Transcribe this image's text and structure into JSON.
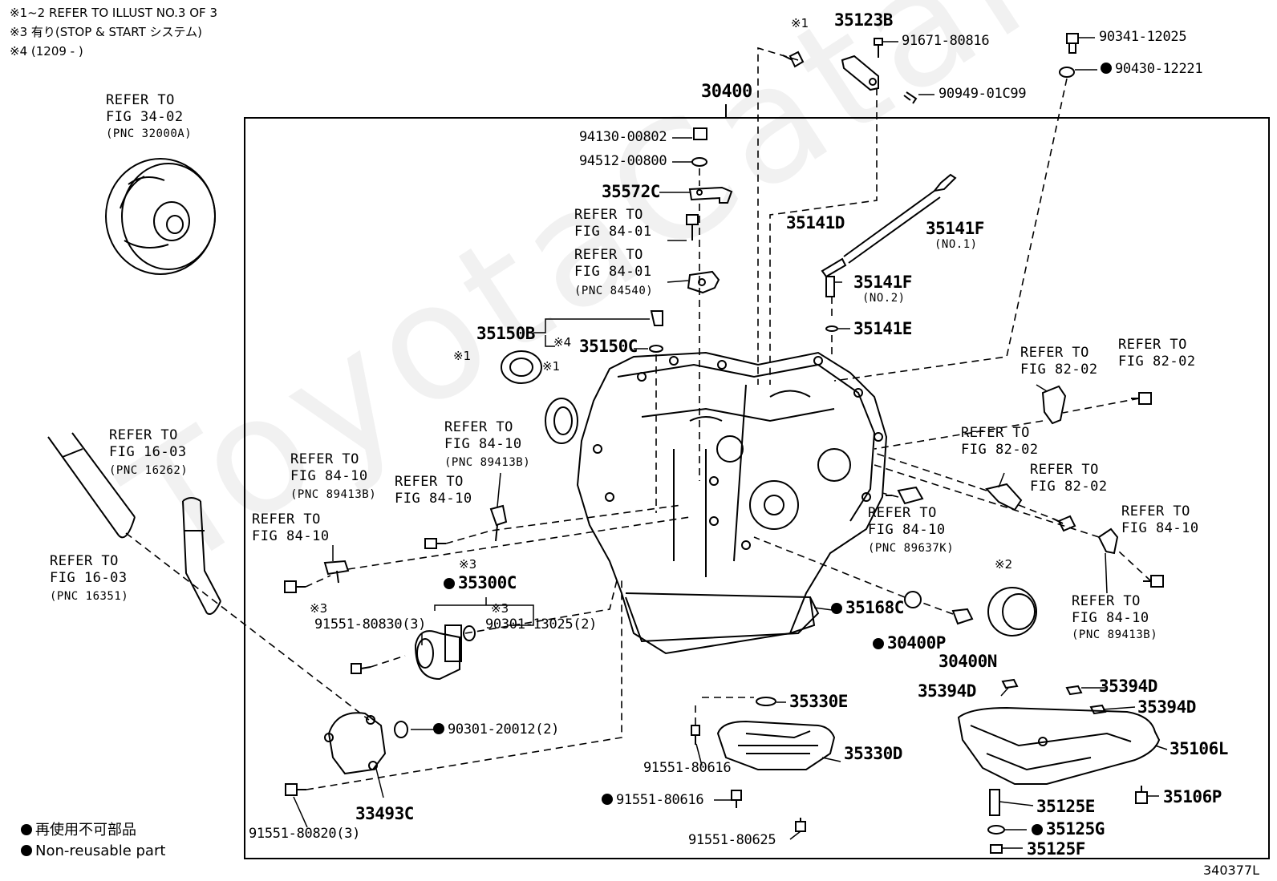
{
  "notes": {
    "n1": "※1~2 REFER TO ILLUST NO.3 OF 3",
    "n2": "※3 有り(STOP & START システム)",
    "n3": "※4 (1209 -        )"
  },
  "watermark": "ToyotaCatalog.ru",
  "diagram_id": "340377L",
  "legend": {
    "jp": "再使用不可部品",
    "en": "Non-reusable part"
  },
  "refs": {
    "r1": {
      "line1": "REFER TO",
      "line2": "FIG 34-02",
      "line3": "(PNC 32000A)"
    },
    "r2": {
      "line1": "REFER TO",
      "line2": "FIG 84-01"
    },
    "r3": {
      "line1": "REFER TO",
      "line2": "FIG 84-01",
      "line3": "(PNC 84540)"
    },
    "r4": {
      "line1": "REFER TO",
      "line2": "FIG 16-03",
      "line3": "(PNC 16262)"
    },
    "r5": {
      "line1": "REFER TO",
      "line2": "FIG 84-10",
      "line3": "(PNC 89413B)"
    },
    "r6": {
      "line1": "REFER TO",
      "line2": "FIG 84-10",
      "line3": "(PNC 89413B)"
    },
    "r7": {
      "line1": "REFER TO",
      "line2": "FIG 84-10"
    },
    "r8": {
      "line1": "REFER TO",
      "line2": "FIG 84-10"
    },
    "r9": {
      "line1": "REFER TO",
      "line2": "FIG 16-03",
      "line3": "(PNC 16351)"
    },
    "r10": {
      "line1": "REFER TO",
      "line2": "FIG 82-02"
    },
    "r11": {
      "line1": "REFER TO",
      "line2": "FIG 82-02"
    },
    "r12": {
      "line1": "REFER TO",
      "line2": "FIG 82-02"
    },
    "r13": {
      "line1": "REFER TO",
      "line2": "FIG 82-02"
    },
    "r14": {
      "line1": "REFER TO",
      "line2": "FIG 84-10",
      "line3": "(PNC 89637K)"
    },
    "r15": {
      "line1": "REFER TO",
      "line2": "FIG 84-10"
    },
    "r16": {
      "line1": "REFER TO",
      "line2": "FIG 84-10",
      "line3": "(PNC 89413B)"
    }
  },
  "marks": {
    "m1a": "※1",
    "m1b": "※1",
    "m1c": "※1",
    "m2": "※2",
    "m3a": "※3",
    "m3b": "※3",
    "m3c": "※3",
    "m4": "※4"
  },
  "parts": {
    "p30400": "30400",
    "p35123B": "35123B",
    "p91671": "91671-80816",
    "p90949": "90949-01C99",
    "p90341": "90341-12025",
    "p90430": "90430-12221",
    "p94130": "94130-00802",
    "p94512": "94512-00800",
    "p35572C": "35572C",
    "p35141D": "35141D",
    "p35141F1": "35141F",
    "p35141F1s": "(NO.1)",
    "p35141F2": "35141F",
    "p35141F2s": "(NO.2)",
    "p35141E": "35141E",
    "p35150B": "35150B",
    "p35150C": "35150C",
    "p35300C": "35300C",
    "p91551_80830": "91551-80830(3)",
    "p90301_13025": "90301-13025(2)",
    "p35168C": "35168C",
    "p30400P": "30400P",
    "p30400N": "30400N",
    "p90301_20012": "90301-20012(2)",
    "p33493C": "33493C",
    "p91551_80820": "91551-80820(3)",
    "p35330E": "35330E",
    "p35330D": "35330D",
    "p91551_80616a": "91551-80616",
    "p91551_80616b": "91551-80616",
    "p91551_80625": "91551-80625",
    "p35394D1": "35394D",
    "p35394D2": "35394D",
    "p35394D3": "35394D",
    "p35106L": "35106L",
    "p35106P": "35106P",
    "p35125E": "35125E",
    "p35125G": "35125G",
    "p35125F": "35125F"
  }
}
